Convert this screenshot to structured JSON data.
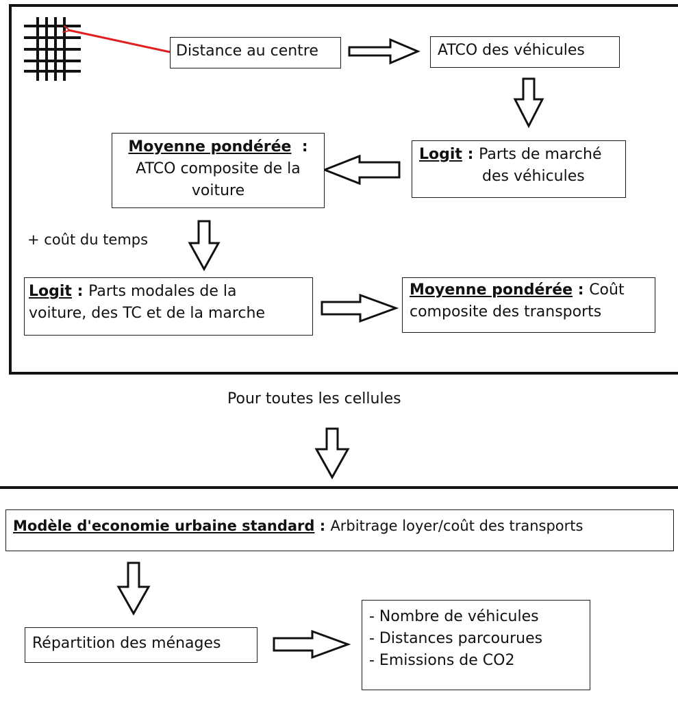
{
  "top_section": {
    "distance_box": "Distance au centre",
    "atco_box": "ATCO des véhicules",
    "logit_vehicles": {
      "label": "Logit",
      "sep": " : ",
      "line1": "Parts de marché",
      "line2": "des véhicules"
    },
    "weighted_car": {
      "label": "Moyenne pondérée",
      "sep": "  :",
      "line1": "ATCO composite de la",
      "line2": "voiture"
    },
    "time_cost": "+ coût du temps",
    "logit_modes": {
      "label": "Logit",
      "sep": " : ",
      "line1": "Parts modales de la",
      "line2": "voiture, des TC et de la marche"
    },
    "weighted_transport": {
      "label": "Moyenne pondérée",
      "sep": " : ",
      "line1": "Coût",
      "line2": "composite des transports"
    }
  },
  "middle": {
    "all_cells": "Pour toutes les cellules"
  },
  "bottom_section": {
    "model_box": {
      "label": "Modèle d'economie urbaine standard",
      "sep": " : ",
      "text": "Arbitrage loyer/coût des transports"
    },
    "households_box": "Répartition des ménages",
    "outputs": [
      "- Nombre de véhicules",
      "- Distances parcourues",
      "- Emissions de CO2"
    ]
  },
  "colors": {
    "line": "#1a1a1a",
    "pointer_arrow": "#e02020"
  },
  "icons": {
    "grid": "grid-icon"
  }
}
